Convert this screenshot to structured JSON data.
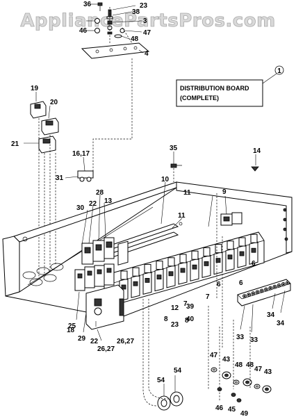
{
  "watermark": "AppliancePartsPros.com",
  "callout_box": {
    "line1": "DISTRIBUTION BOARD",
    "line2": "(COMPLETE)",
    "number": "1"
  },
  "part_labels": [
    "36",
    "23",
    "38",
    "3",
    "46",
    "47",
    "48",
    "4",
    "19",
    "20",
    "21",
    "16,17",
    "31",
    "28",
    "22",
    "13",
    "30",
    "10",
    "11",
    "9",
    "35",
    "14",
    "11",
    "6",
    "6",
    "6",
    "7",
    "7",
    "39",
    "40",
    "12",
    "23",
    "8",
    "8",
    "25",
    "18",
    "29",
    "22",
    "26,27",
    "26,27",
    "33",
    "33",
    "34",
    "34",
    "47",
    "43",
    "48",
    "48",
    "47",
    "43",
    "46",
    "45",
    "49",
    "54",
    "54"
  ]
}
